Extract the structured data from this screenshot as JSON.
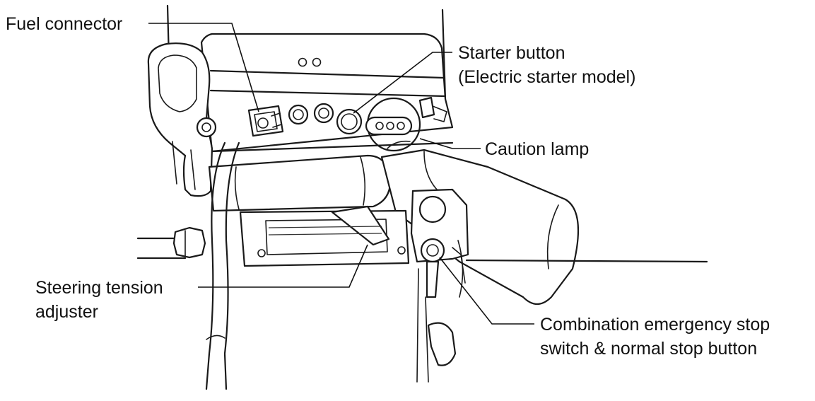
{
  "labels": {
    "fuel_connector": "Fuel connector",
    "starter_button_line1": "Starter button",
    "starter_button_line2": "(Electric starter model)",
    "caution_lamp": "Caution lamp",
    "steering_tension_line1": "Steering tension",
    "steering_tension_line2": "adjuster",
    "combination_stop_line1": "Combination emergency stop",
    "combination_stop_line2": "switch & normal stop button"
  },
  "colors": {
    "line": "#1a1a1a",
    "text": "#111111",
    "background": "#ffffff"
  }
}
